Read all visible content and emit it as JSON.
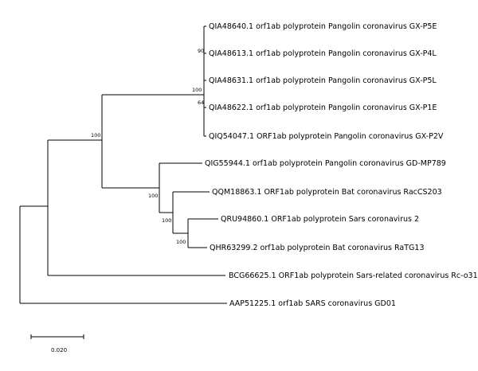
{
  "tree": {
    "taxa": [
      "QIA48640.1 orf1ab polyprotein Pangolin coronavirus GX-P5E",
      "QIA48613.1 orf1ab polyprotein Pangolin coronavirus GX-P4L",
      "QIA48631.1 orf1ab polyprotein Pangolin coronavirus GX-P5L",
      "QIA48622.1 orf1ab polyprotein Pangolin coronavirus GX-P1E",
      "QIQ54047.1 ORF1ab polyprotein Pangolin coronavirus GX-P2V",
      "QIG55944.1 orf1ab polyprotein Pangolin coronavirus GD-MP789",
      "QQM18863.1 ORF1ab polyprotein Bat coronavirus RacCS203",
      "QRU94860.1 ORF1ab polyprotein Sars coronavirus 2",
      "QHR63299.2 orf1ab polyprotein Bat coronavirus RaTG13",
      "BCG66625.1 ORF1ab polyprotein Sars-related coronavirus Rc-o31",
      "AAP51225.1 orf1ab SARS coronavirus GD01"
    ],
    "bootstrap": [
      "90",
      "100",
      "64",
      "100",
      "100",
      "100",
      "100"
    ],
    "scale_bar_label": "0.020"
  }
}
